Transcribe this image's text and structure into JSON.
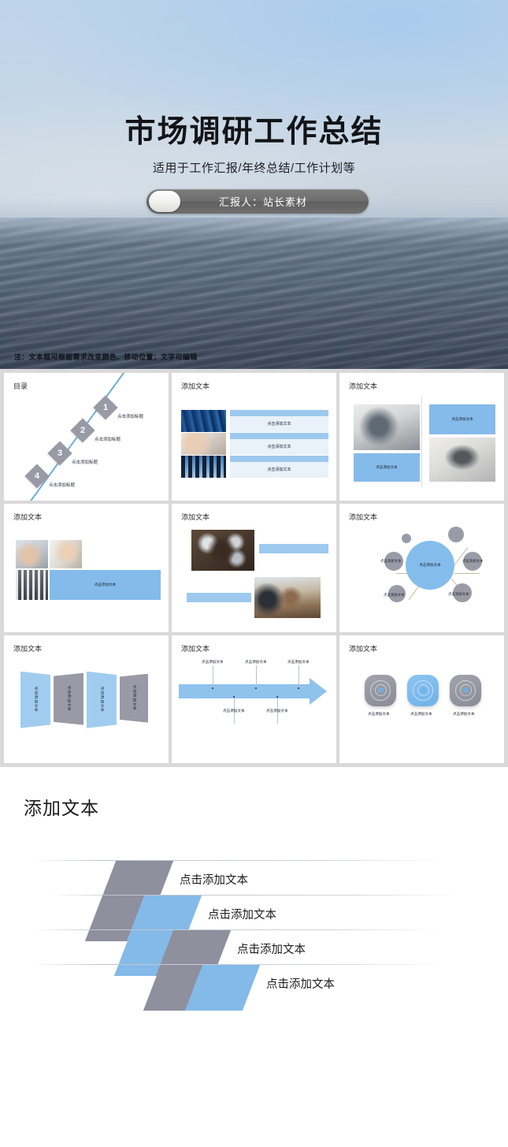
{
  "hero": {
    "title": "市场调研工作总结",
    "subtitle": "适用于工作汇报/年终总结/工作计划等",
    "presenter": "汇报人：站长素材",
    "note": "注：文本框可根据需求改变颜色、移动位置；文字可编辑",
    "colors": {
      "sky": "#c4d6e8",
      "sea": "#4e5c6e",
      "pill": "#6e6e6e"
    }
  },
  "palette": {
    "blue": "#84bae8",
    "blue_light": "#9dc9ee",
    "blue_pale": "#e9f1f9",
    "gray": "#8f909e",
    "grid_bg": "#d9d9d9"
  },
  "thumbnails": [
    {
      "id": "toc",
      "title": "目录",
      "items": [
        {
          "num": "1",
          "label": "点击添加标题"
        },
        {
          "num": "2",
          "label": "点击添加标题"
        },
        {
          "num": "3",
          "label": "点击添加标题"
        },
        {
          "num": "4",
          "label": "点击添加标题"
        }
      ]
    },
    {
      "id": "photo-rows",
      "title": "添加文本",
      "rows": [
        {
          "label": "点击添加文本"
        },
        {
          "label": "点击添加文本"
        },
        {
          "label": "点击添加文本"
        }
      ]
    },
    {
      "id": "quad-split",
      "title": "添加文本",
      "boxes": [
        {
          "label": "点击添加文本"
        },
        {
          "label": "点击添加文本"
        }
      ]
    },
    {
      "id": "photo-trio",
      "title": "添加文本",
      "box_label": "点击添加文本"
    },
    {
      "id": "diagonal-photos",
      "title": "添加文本",
      "bars": [
        {
          "label": ""
        },
        {
          "label": ""
        }
      ]
    },
    {
      "id": "hub-spoke",
      "title": "添加文本",
      "center": "点击添加文本",
      "satellites": [
        {
          "label": "点击添加文本"
        },
        {
          "label": "点击添加文本"
        },
        {
          "label": "点击添加文本"
        },
        {
          "label": "点击添加文本"
        }
      ]
    },
    {
      "id": "accordion",
      "title": "添加文本",
      "panels": [
        {
          "label": "点击添加文本",
          "color": "blue"
        },
        {
          "label": "点击添加文本",
          "color": "gray"
        },
        {
          "label": "点击添加文本",
          "color": "blue"
        },
        {
          "label": "点击添加文本",
          "color": "gray"
        }
      ]
    },
    {
      "id": "timeline-arrow",
      "title": "添加文本",
      "above": [
        {
          "label": "点击添加文本"
        },
        {
          "label": "点击添加文本"
        },
        {
          "label": "点击添加文本"
        }
      ],
      "below": [
        {
          "label": "点击添加文本"
        },
        {
          "label": "点击添加文本"
        }
      ]
    },
    {
      "id": "icon-badges",
      "title": "添加文本",
      "badges": [
        {
          "label": "点击添加文本",
          "color": "gray"
        },
        {
          "label": "点击添加文本",
          "color": "blue"
        },
        {
          "label": "点击添加文本",
          "color": "gray"
        }
      ]
    }
  ],
  "bottom": {
    "title": "添加文本",
    "rows": [
      {
        "label": "点击添加文本"
      },
      {
        "label": "点击添加文本"
      },
      {
        "label": "点击添加文本"
      },
      {
        "label": "点击添加文本"
      }
    ]
  }
}
